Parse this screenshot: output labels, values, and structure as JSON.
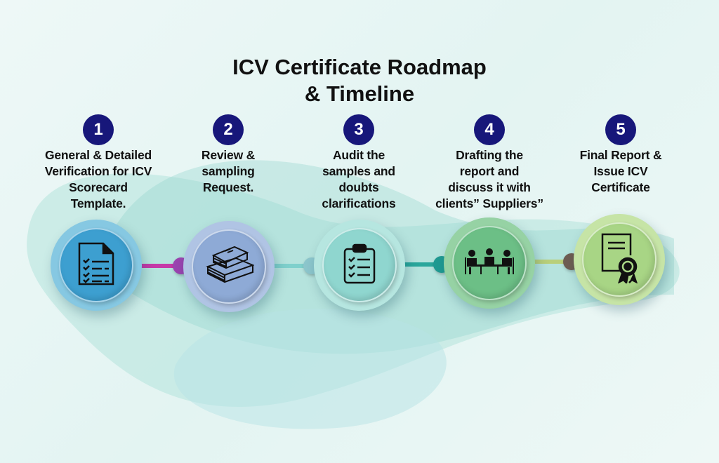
{
  "title": {
    "line1": "ICV Certificate Roadmap",
    "line2": "& Timeline"
  },
  "steps": [
    {
      "number": "1",
      "lines": [
        "General & Detailed",
        "Verification for ICV",
        "Scorecard",
        "Template."
      ],
      "icon": "checklist-document-icon",
      "outer": "#86c8e2",
      "inner": "#3d9fd0"
    },
    {
      "number": "2",
      "lines": [
        "Review &",
        "sampling",
        "Request."
      ],
      "icon": "stacked-books-icon",
      "outer": "#b0c4e4",
      "inner": "#8eaad6"
    },
    {
      "number": "3",
      "lines": [
        "Audit the",
        "samples and",
        "doubts",
        "clarifications"
      ],
      "icon": "clipboard-checklist-icon",
      "outer": "#b6e6e0",
      "inner": "#8fd6cf"
    },
    {
      "number": "4",
      "lines": [
        "Drafting the",
        "report and",
        "discuss it with",
        "clients” Suppliers”"
      ],
      "icon": "meeting-people-icon",
      "outer": "#96d2a4",
      "inner": "#6cbf86"
    },
    {
      "number": "5",
      "lines": [
        "Final Report &",
        "Issue ICV",
        "Certificate"
      ],
      "icon": "certificate-icon",
      "outer": "#c6e4a6",
      "inner": "#a8d585"
    }
  ],
  "connectors": [
    {
      "line": "#c63aa8",
      "dot": "#9a44b0"
    },
    {
      "line": "#7fd0cc",
      "dot": "#8cc6cc"
    },
    {
      "line": "#2aa79c",
      "dot": "#1f9a92"
    },
    {
      "line": "#b9cf7a",
      "dot": "#6e5d52"
    }
  ],
  "badge_color": "#17177a"
}
